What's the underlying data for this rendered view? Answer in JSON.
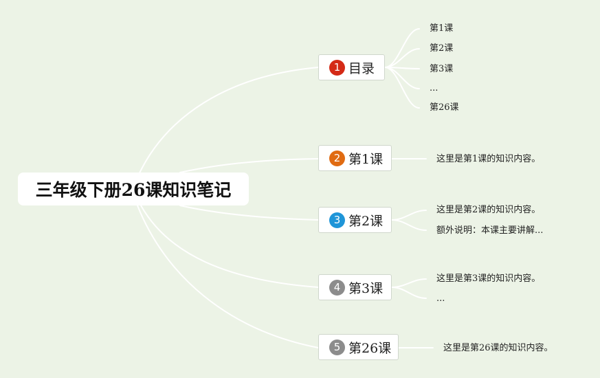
{
  "root": {
    "title": "三年级下册26课知识笔记"
  },
  "branches": [
    {
      "number": "1",
      "label": "目录",
      "color": "#d42a16",
      "leaves": [
        "第1课",
        "第2课",
        "第3课",
        "...",
        "第26课"
      ]
    },
    {
      "number": "2",
      "label": "第1课",
      "color": "#e06b12",
      "leaves": [
        "这里是第1课的知识内容。"
      ]
    },
    {
      "number": "3",
      "label": "第2课",
      "color": "#1f95d8",
      "leaves": [
        "这里是第2课的知识内容。",
        "额外说明：本课主要讲解..."
      ]
    },
    {
      "number": "4",
      "label": "第3课",
      "color": "#8c8c8c",
      "leaves": [
        "这里是第3课的知识内容。",
        "..."
      ]
    },
    {
      "number": "5",
      "label": "第26课",
      "color": "#8c8c8c",
      "leaves": [
        "这里是第26课的知识内容。"
      ]
    }
  ],
  "colors": {
    "background": "#ecf3e6",
    "connector": "#ffffff"
  }
}
